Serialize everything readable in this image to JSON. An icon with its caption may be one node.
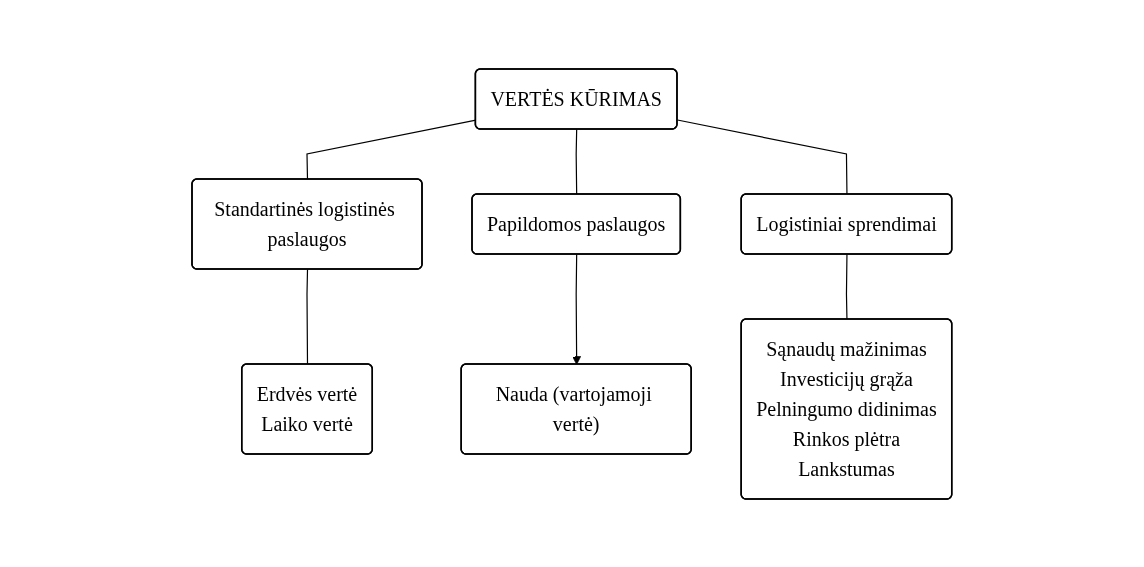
{
  "diagram": {
    "nodes": [
      {
        "text": [
          "VERTĖS KŪRIMAS"
        ]
      },
      {
        "text": [
          "Standartinės logistinės paslaugos"
        ]
      },
      {
        "text": [
          "Papildomos paslaugos"
        ]
      },
      {
        "text": [
          "Logistiniai sprendimai"
        ]
      },
      {
        "text": [
          "Erdvės vertė",
          "Laiko vertė"
        ]
      },
      {
        "text": [
          "Nauda (vartojamoji vertė)"
        ]
      },
      {
        "text": [
          "Sąnaudų mažinimas",
          "Investicijų grąža",
          "Pelningumo didinimas",
          "Rinkos plėtra",
          "Lankstumas"
        ]
      }
    ],
    "edges": [
      {
        "from": 0,
        "to": 1,
        "arrow": "none"
      },
      {
        "from": 0,
        "to": 2,
        "arrow": "none"
      },
      {
        "from": 0,
        "to": 3,
        "arrow": "none"
      },
      {
        "from": 1,
        "to": 4,
        "arrow": "none"
      },
      {
        "from": 2,
        "to": 5,
        "arrow": "to"
      },
      {
        "from": 3,
        "to": 6,
        "arrow": "none"
      }
    ]
  }
}
